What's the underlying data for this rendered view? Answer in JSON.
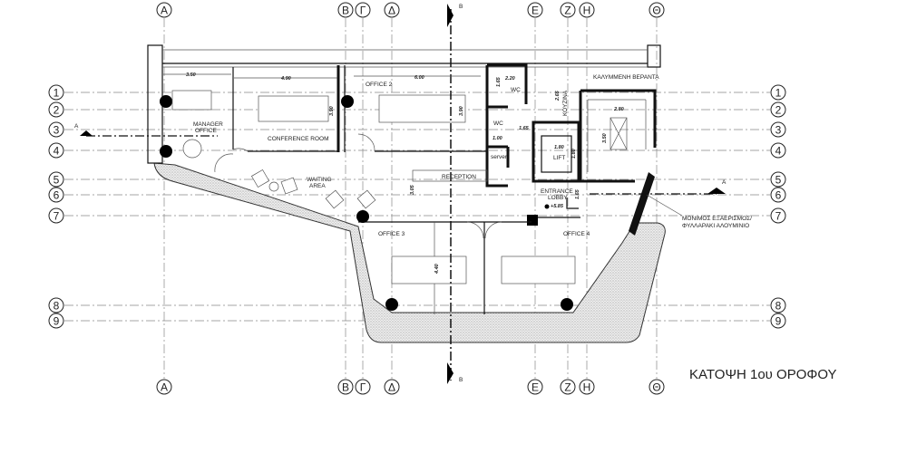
{
  "drawing_title": "ΚΑΤΟΨΗ 1ου ΟΡΟΦΟΥ",
  "grid_columns": [
    "Α",
    "Β",
    "Γ",
    "Δ",
    "Ε",
    "Ζ",
    "Η",
    "Θ"
  ],
  "grid_rows": [
    "1",
    "2",
    "3",
    "4",
    "5",
    "6",
    "7",
    "8",
    "9"
  ],
  "section_marks": {
    "a": "A",
    "b": "B"
  },
  "rooms": {
    "manager_office": [
      "MANAGER",
      "OFFICE"
    ],
    "conference_room": "CONFERENCE ROOM",
    "office_2": "OFFICE 2",
    "waiting_area": [
      "WAITING",
      "AREA"
    ],
    "reception": "RECEPTION",
    "office_3": "OFFICE 3",
    "office_4": "OFFICE 4",
    "wc_1": "WC",
    "wc_2": "WC",
    "server": "server",
    "kitchen": "ΚΟΥΖΙΝΑ",
    "lift": "LIFT",
    "covered_veranda": "ΚΑΛΥΜΜΕΝΗ ΒΕΡΑΝΤΑ",
    "entrance_lobby": [
      "ENTRANCE",
      "LOBBY"
    ],
    "level": "+5.85"
  },
  "dimensions": {
    "manager_width": "3.50",
    "conference_width": "4.90",
    "office2_width": "6.00",
    "conference_depth": "3.90",
    "office2_depth": "3.90",
    "waiting_depth": "3.05",
    "office3_depth": "4.40",
    "wc_width": "2.20",
    "wc_depth": "1.65",
    "wc2_width": "1.65",
    "wc2_depth": "1.00",
    "kitchen_depth": "2.65",
    "lift_width": "1.80",
    "lift_depth": "1.80",
    "stair_width": "2.80",
    "stair_depth": "3.50",
    "lobby_depth": "1.65"
  },
  "annotations": {
    "ventilation": [
      "ΜΟΝΙΜΟΣ ΕΞΑΕΡΙΣΜΟΣ/",
      "ΦΥΛΛΑΡΑΚΙ ΑΛΟΥΜΙΝΙΟ"
    ]
  }
}
